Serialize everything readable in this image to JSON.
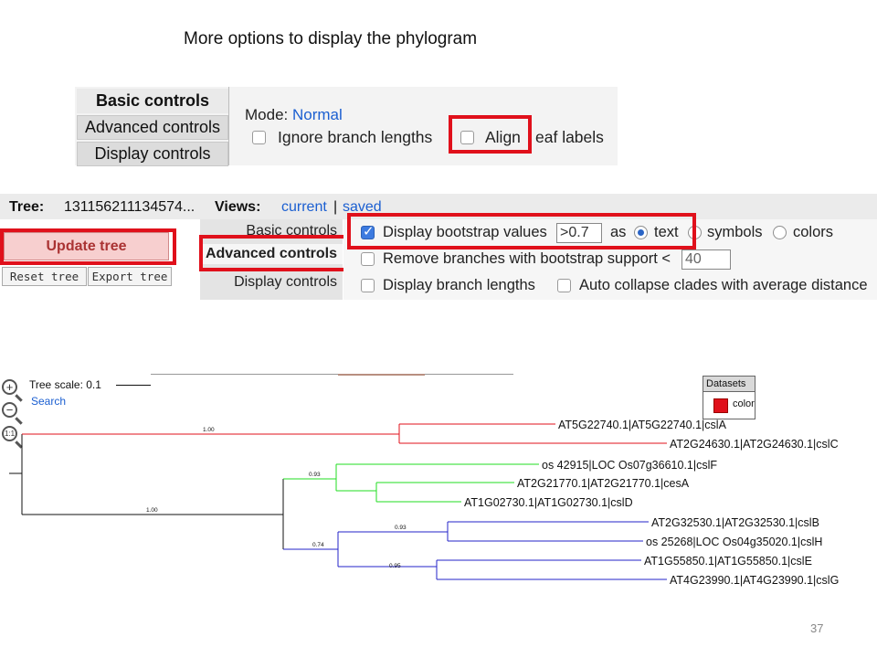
{
  "slide": {
    "title": "More options to display the phylogram",
    "page_number": "37"
  },
  "panel1": {
    "tabs": [
      "Basic controls",
      "Advanced controls",
      "Display controls"
    ],
    "mode_label": "Mode:",
    "mode_value": "Normal",
    "ignore_branch_lengths": "Ignore branch lengths",
    "align": "Align",
    "leaf_labels": "eaf labels"
  },
  "panel2": {
    "tree_label": "Tree:",
    "tree_id": "13115621113457​4...",
    "views_label": "Views:",
    "view_current": "current",
    "view_sep": "|",
    "view_saved": "saved",
    "update_tree": "Update tree",
    "reset_tree": "Reset tree",
    "export_tree": "Export tree",
    "tabs": [
      "Basic controls",
      "Advanced controls",
      "Display controls"
    ],
    "display_bootstrap_values": "Display bootstrap values",
    "bootstrap_value": ">0.7",
    "as_label": "as",
    "opt_text": "text",
    "opt_symbols": "symbols",
    "opt_colors": "colors",
    "remove_branches": "Remove branches with bootstrap support <",
    "remove_value": "40",
    "display_branch_lengths": "Display branch lengths",
    "auto_collapse": "Auto collapse clades with average distance"
  },
  "tree": {
    "scale_label": "Tree scale: 0.1",
    "search_label": "Search",
    "legend_title": "Datasets",
    "legend_item": "color",
    "colors": {
      "red": "#e0101b",
      "green": "#22dd22",
      "blue": "#2323c8",
      "black": "#111111"
    },
    "leaves": [
      "AT5G22740.1|AT5G22740.1|cslA",
      "AT2G24630.1|AT2G24630.1|cslC",
      "os 42915|LOC Os07g36610.1|cslF",
      "AT2G21770.1|AT2G21770.1|cesA",
      "AT1G02730.1|AT1G02730.1|cslD",
      "AT2G32530.1|AT2G32530.1|cslB",
      "os 25268|LOC Os04g35020.1|cslH",
      "AT1G55850.1|AT1G55850.1|cslE",
      "AT4G23990.1|AT4G23990.1|cslG"
    ],
    "support": [
      "1.00",
      "0.93",
      "1.00",
      "0.93",
      "0.74",
      "0.95"
    ]
  }
}
